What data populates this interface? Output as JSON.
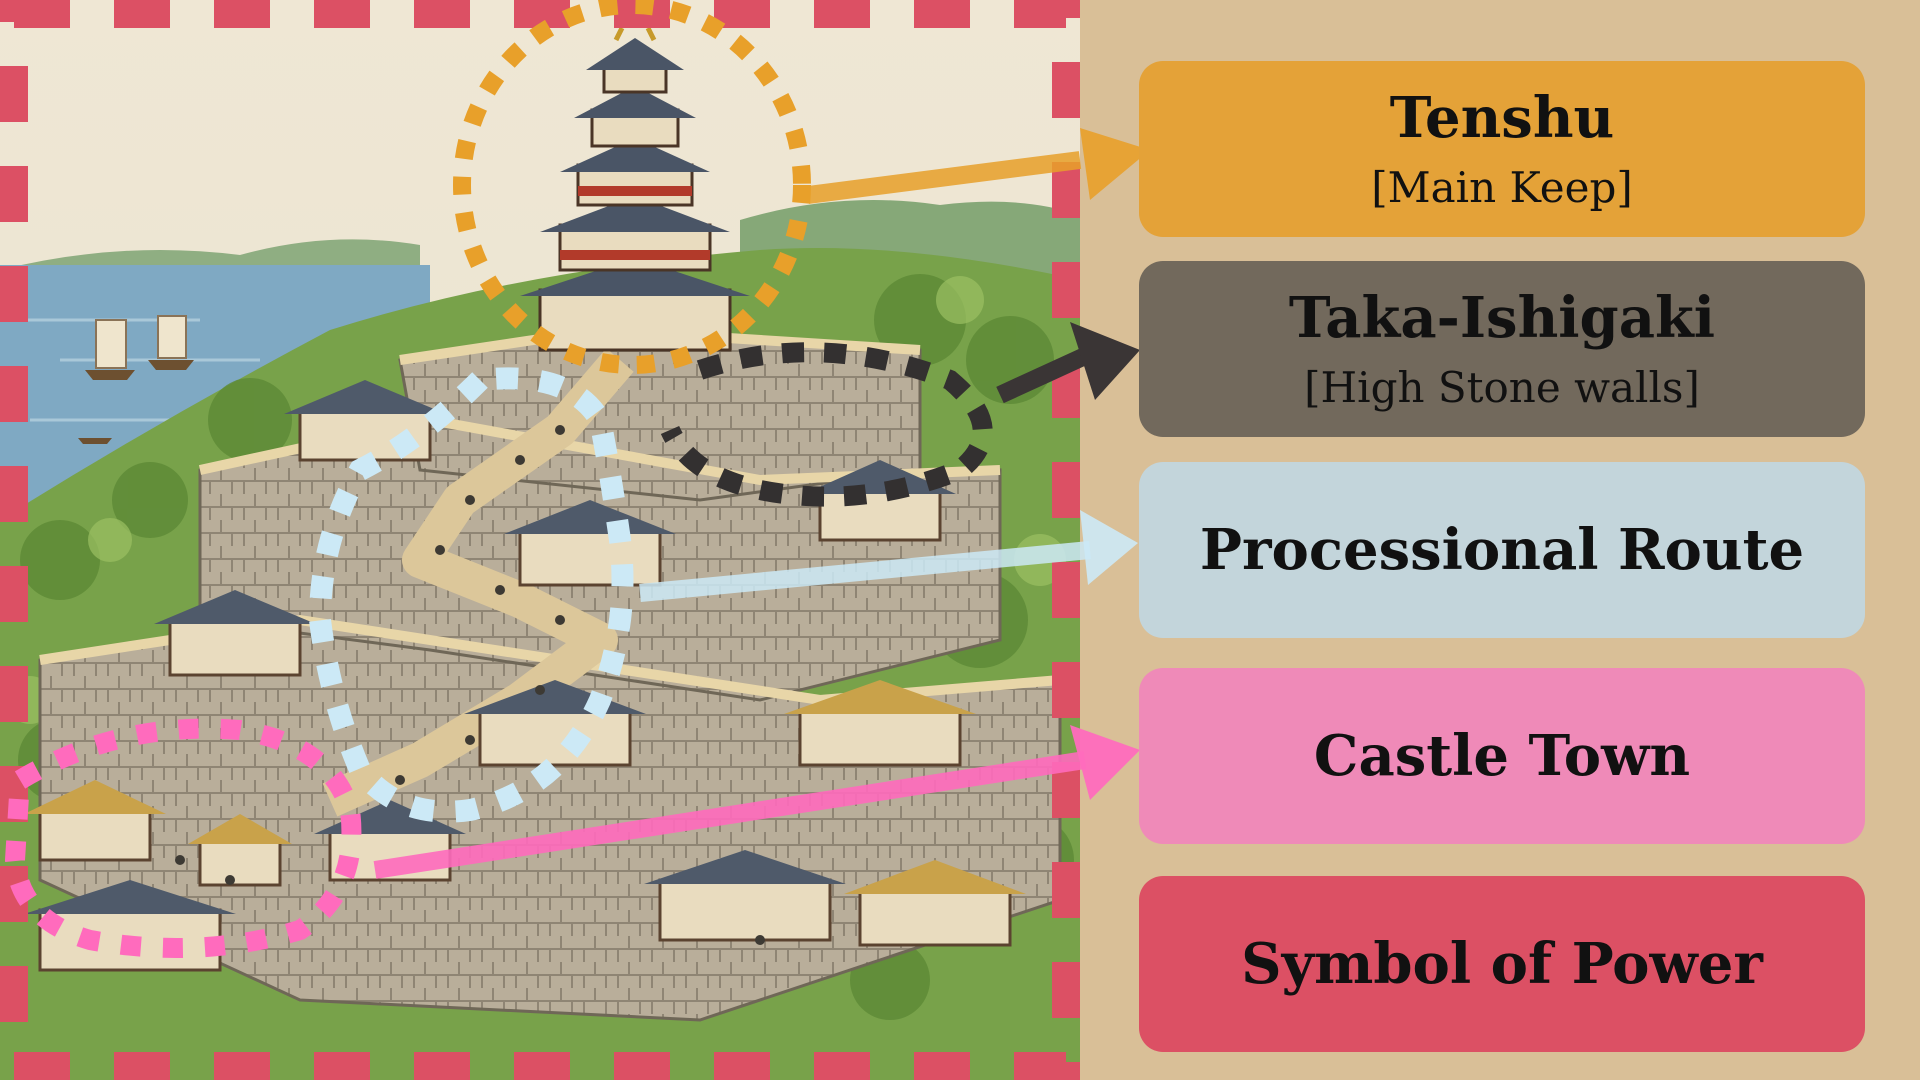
{
  "labels": [
    {
      "main": "Tenshu",
      "sub": "[Main Keep]",
      "color": "#e4a238"
    },
    {
      "main": "Taka-Ishigaki",
      "sub": "[High Stone walls]",
      "color": "#72695c"
    },
    {
      "main": "Processional Route",
      "sub": "",
      "color": "#c3d5db"
    },
    {
      "main": "Castle Town",
      "sub": "",
      "color": "#ef8ab8"
    },
    {
      "main": "Symbol of Power",
      "sub": "",
      "color": "#dc5064"
    }
  ],
  "colors": {
    "frame": "#dc5064",
    "tenshu": "#e8a02a",
    "walls": "#333030",
    "route": "#cce9f6",
    "town": "#ff6bbd",
    "panel": "#d9bf97"
  }
}
